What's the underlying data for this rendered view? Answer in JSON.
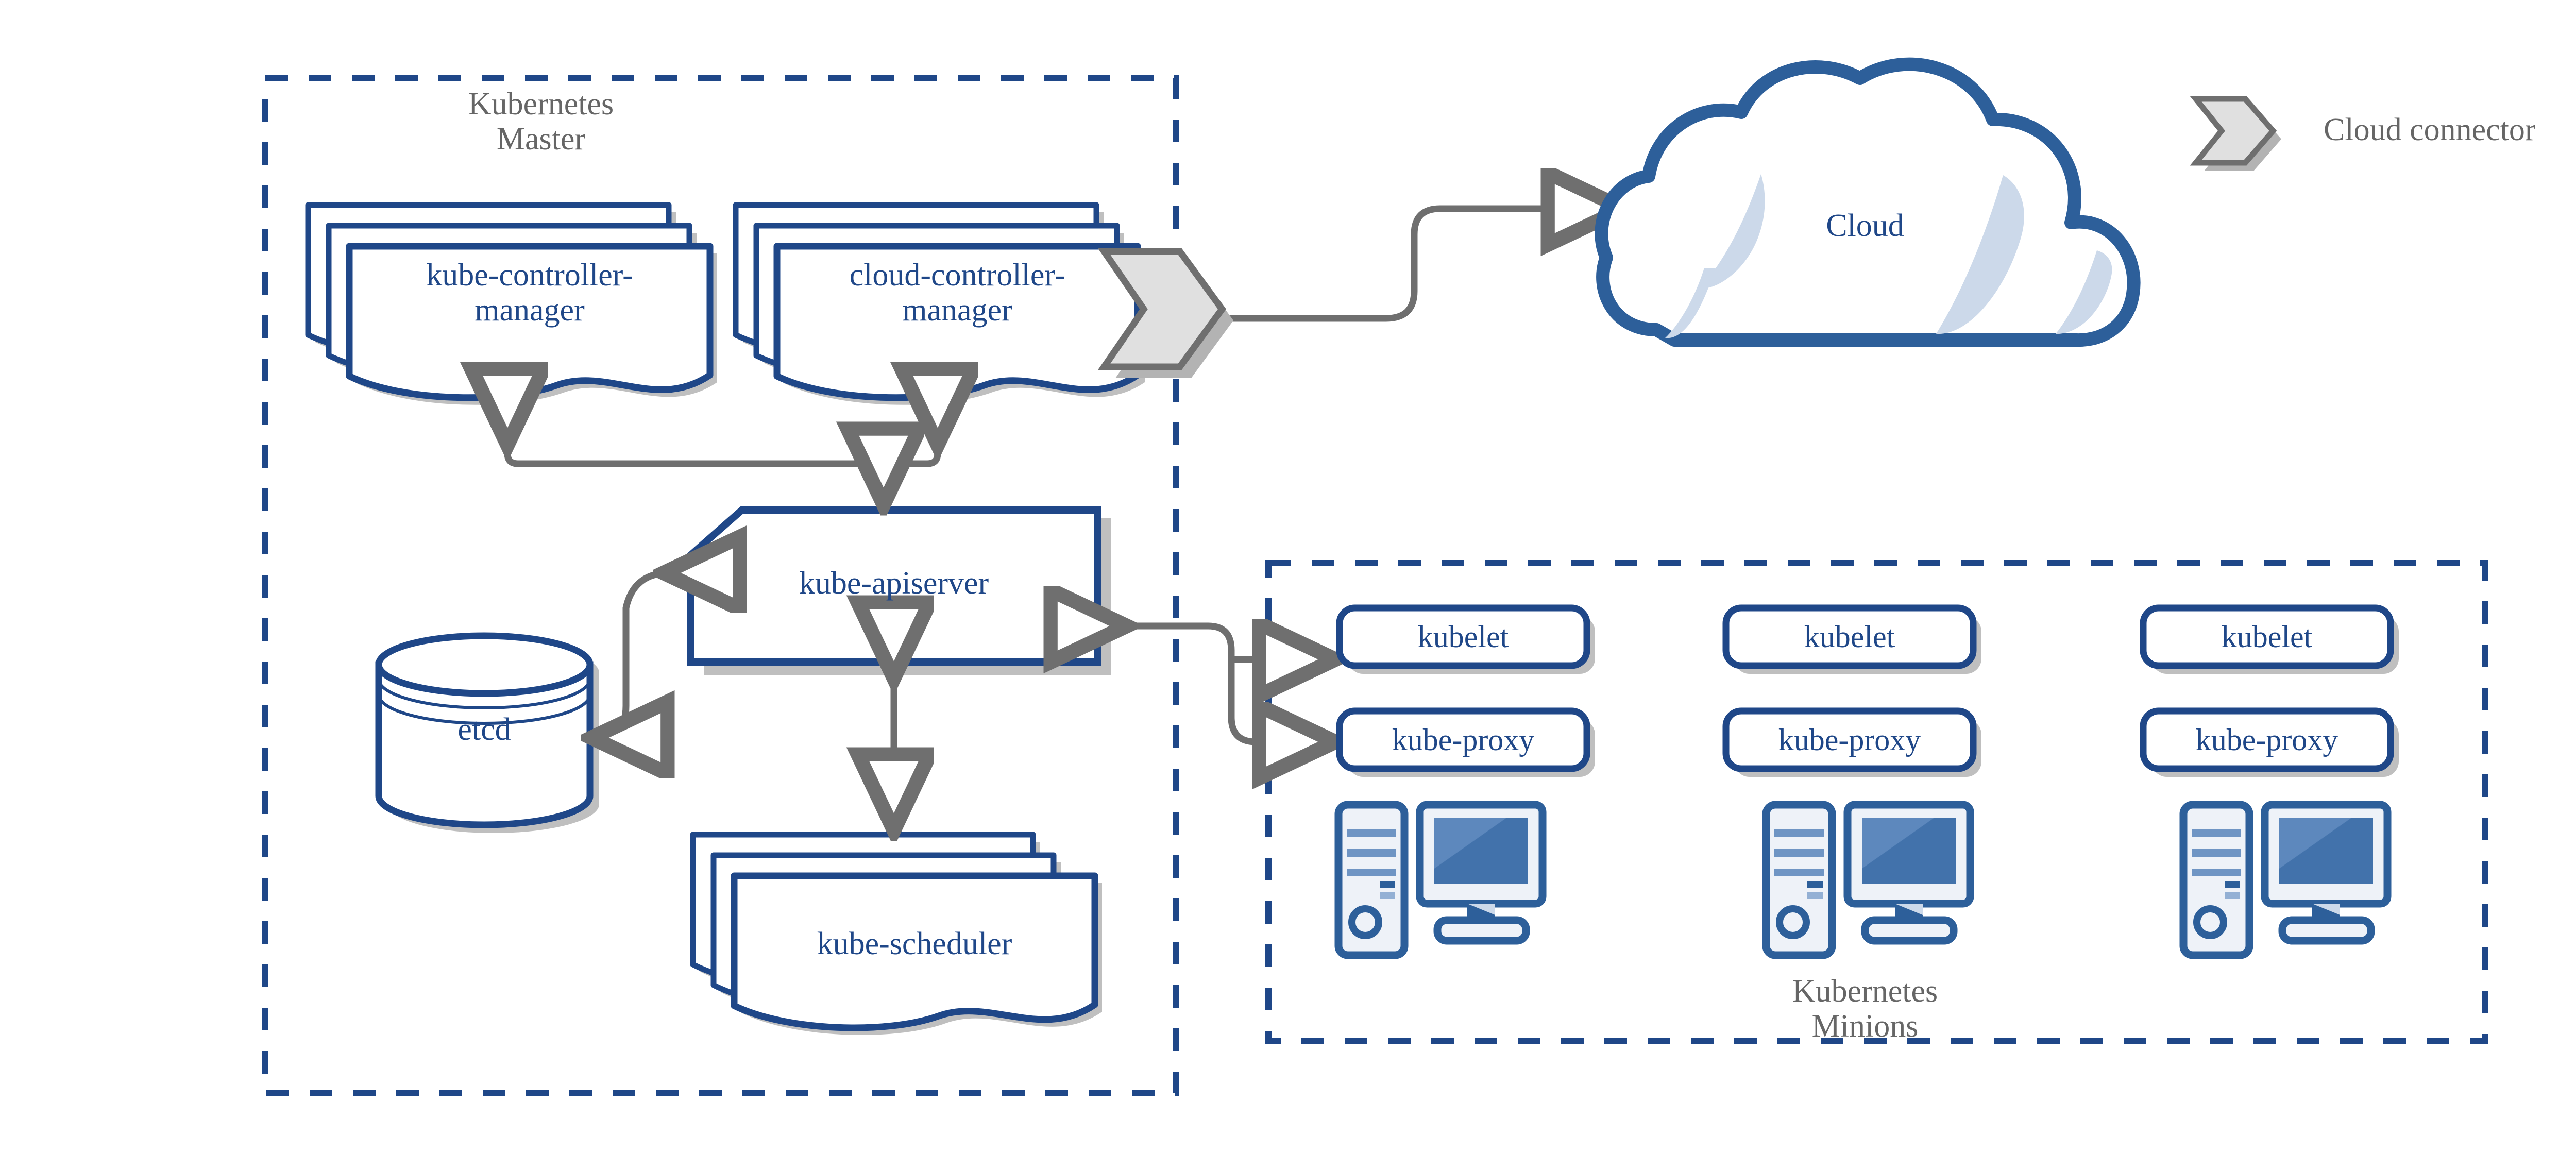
{
  "diagram": {
    "title": "Kubernetes Architecture",
    "colors": {
      "accent_blue": "#1f4788",
      "node_blue": "#2d5f9a",
      "screen_blue": "#4272ab",
      "screen_blue_light": "#5a86bb",
      "panel_light": "#eef2f8",
      "stripe_blue": "#6f95c4",
      "shadow_gray": "#bfbfbf",
      "connector_gray": "#6f6f6f",
      "connector_fill": "#e0e0e0",
      "label_gray": "#666666",
      "cloud_shade": "#ccd9ea"
    }
  },
  "groups": {
    "master": {
      "label": "Kubernetes\nMaster"
    },
    "minions": {
      "label": "Kubernetes\nMinions"
    }
  },
  "legend": {
    "label": "Cloud connector",
    "icon": "chevron-connector-icon"
  },
  "master_components": [
    {
      "id": "kube-controller-manager",
      "label": "kube-controller-\nmanager",
      "shape": "stacked-document"
    },
    {
      "id": "cloud-controller-manager",
      "label": "cloud-controller-\nmanager",
      "shape": "stacked-document"
    },
    {
      "id": "kube-apiserver",
      "label": "kube-apiserver",
      "shape": "beveled-box"
    },
    {
      "id": "etcd",
      "label": "etcd",
      "shape": "cylinder"
    },
    {
      "id": "kube-scheduler",
      "label": "kube-scheduler",
      "shape": "stacked-document"
    }
  ],
  "cloud": {
    "label": "Cloud",
    "shape": "cloud"
  },
  "minion_nodes": [
    {
      "id": "node-1",
      "kubelet": "kubelet",
      "kube_proxy": "kube-proxy",
      "machine_icon": "desktop-computer-icon"
    },
    {
      "id": "node-2",
      "kubelet": "kubelet",
      "kube_proxy": "kube-proxy",
      "machine_icon": "desktop-computer-icon"
    },
    {
      "id": "node-3",
      "kubelet": "kubelet",
      "kube_proxy": "kube-proxy",
      "machine_icon": "desktop-computer-icon"
    }
  ],
  "connections": [
    {
      "from": "kube-apiserver",
      "to": "kube-controller-manager",
      "style": "arrow"
    },
    {
      "from": "kube-apiserver",
      "to": "cloud-controller-manager",
      "style": "arrow"
    },
    {
      "from": "kube-apiserver",
      "to": "etcd",
      "style": "arrow"
    },
    {
      "from": "kube-apiserver",
      "to": "kube-scheduler",
      "style": "double-arrow"
    },
    {
      "from": "cloud-controller-manager",
      "to": "Cloud",
      "style": "arrow"
    },
    {
      "from": "kube-apiserver",
      "to": "kubelet",
      "style": "arrow"
    },
    {
      "from": "kube-apiserver",
      "to": "kube-proxy",
      "style": "arrow"
    }
  ]
}
